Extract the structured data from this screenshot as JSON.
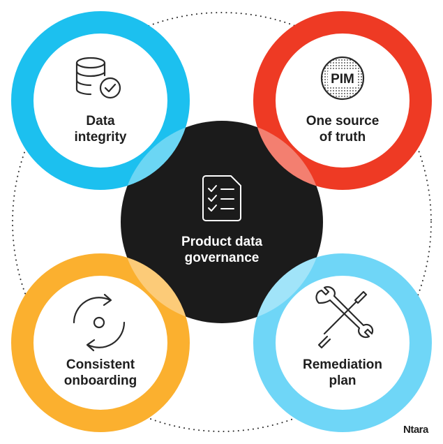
{
  "diagram": {
    "center": {
      "line1": "Product data",
      "line2": "governance",
      "color": "#1b1b1b",
      "icon": "checklist-document-icon"
    },
    "nodes": [
      {
        "id": "data-integrity",
        "line1": "Data",
        "line2": "integrity",
        "color": "#1cc0ef",
        "icon": "database-check-icon"
      },
      {
        "id": "one-source",
        "line1": "One source",
        "line2": "of truth",
        "color": "#ee3a24",
        "icon": "pim-badge-icon",
        "badge": "PIM"
      },
      {
        "id": "consistent-onboarding",
        "line1": "Consistent",
        "line2": "onboarding",
        "color": "#fbb02f",
        "icon": "refresh-cycle-icon"
      },
      {
        "id": "remediation-plan",
        "line1": "Remediation",
        "line2": "plan",
        "color": "#6fd6f7",
        "icon": "wrench-screwdriver-icon"
      }
    ],
    "brand": "Ntara"
  }
}
